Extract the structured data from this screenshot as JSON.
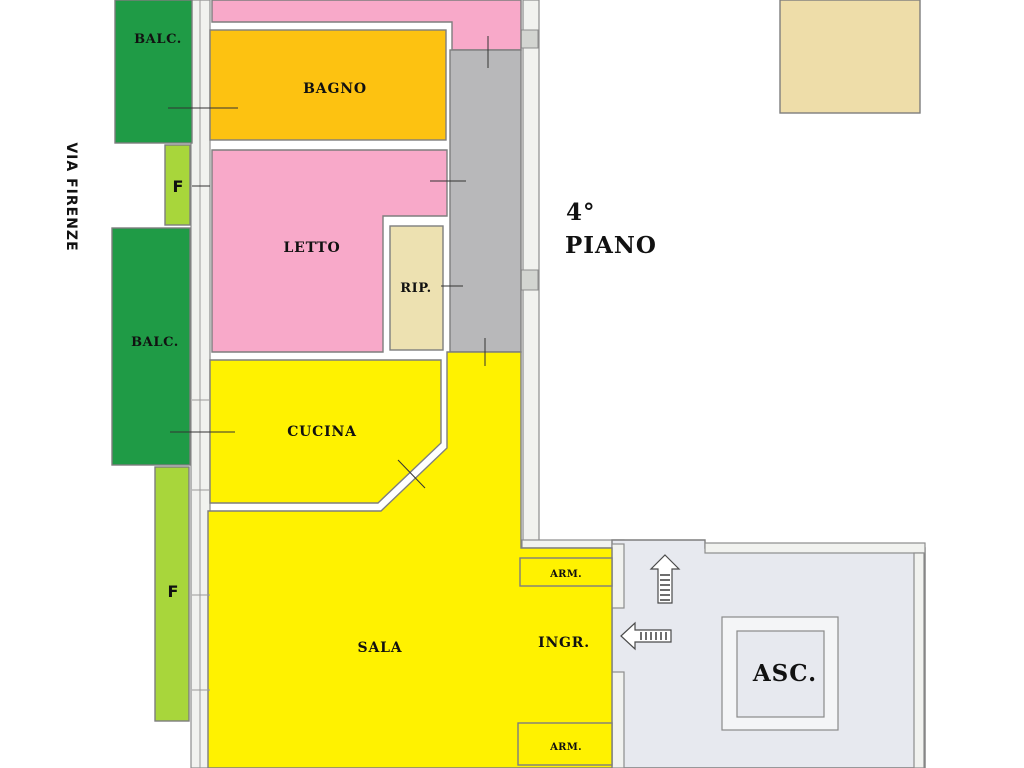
{
  "street_label": "VIA FIRENZE",
  "floor": {
    "number": "4°",
    "label": "PIANO"
  },
  "rooms": {
    "balcony_top": "BALC.",
    "bathroom": "BAGNO",
    "window_top": "F",
    "bedroom": "LETTO",
    "storage": "RIP.",
    "balcony_middle": "BALC.",
    "kitchen": "CUCINA",
    "window_bottom": "F",
    "living_room": "SALA",
    "entrance": "INGR.",
    "wardrobe_top": "ARM.",
    "wardrobe_bottom": "ARM.",
    "elevator": "ASC."
  },
  "colors": {
    "balcony": "#1f9b46",
    "window_strip": "#a8d63b",
    "bedroom": "#f8a9c9",
    "bathroom": "#fdc211",
    "corridor": "#b8b8ba",
    "storage": "#ede1b1",
    "living_area": "#fff200",
    "landing": "#e7e9ef",
    "neighbor_block": "#eedda9"
  }
}
